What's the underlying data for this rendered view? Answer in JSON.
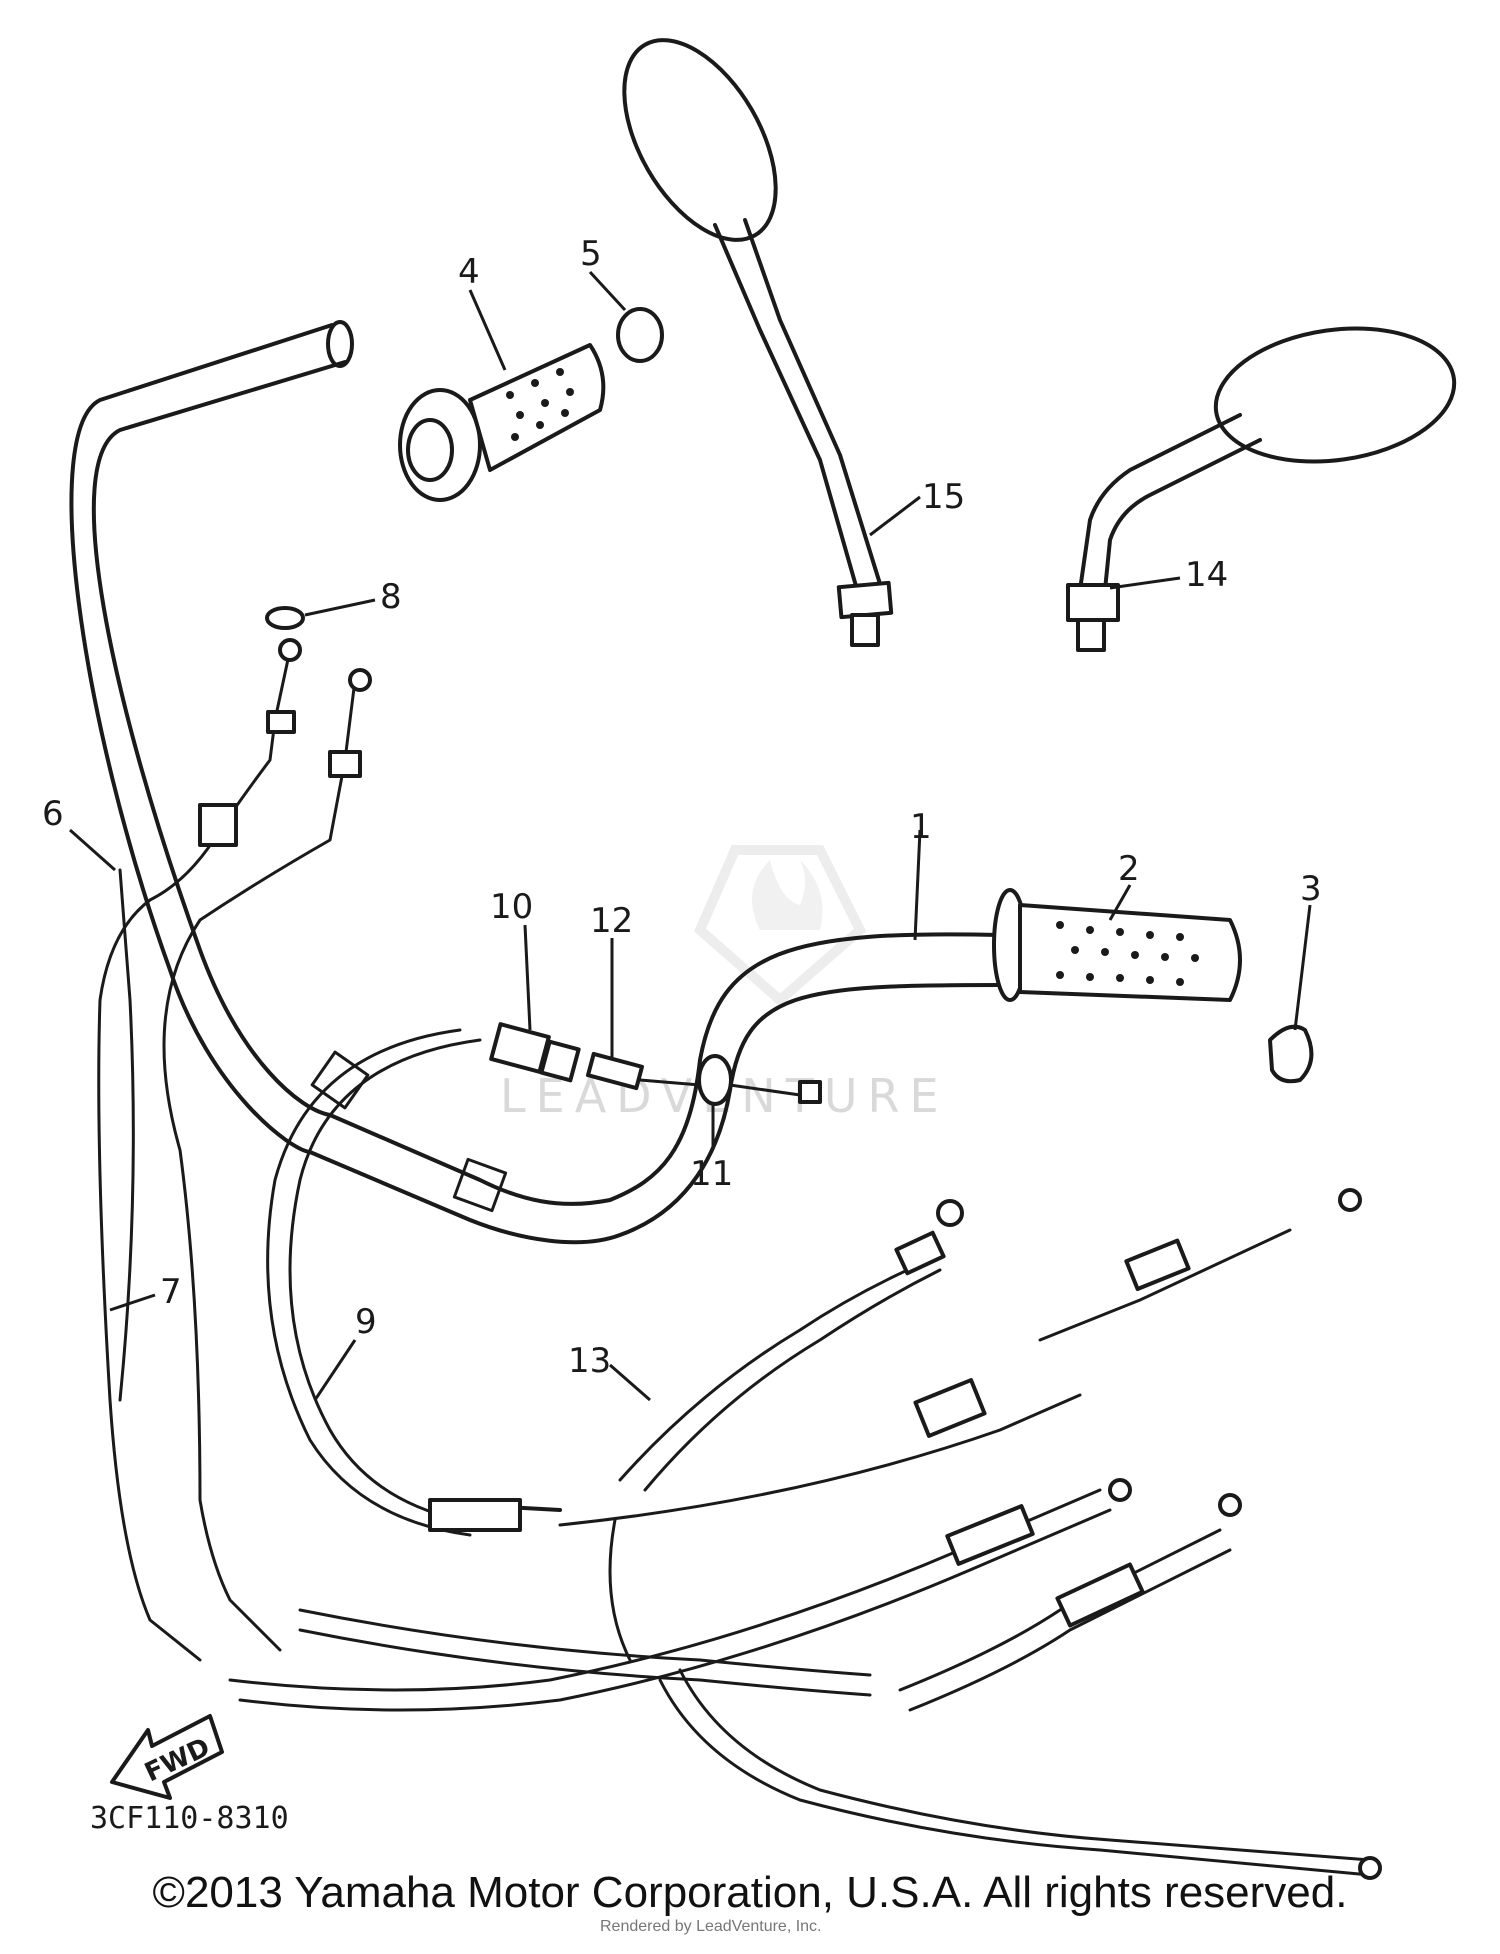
{
  "callouts": [
    {
      "id": "1",
      "label": "1"
    },
    {
      "id": "2",
      "label": "2"
    },
    {
      "id": "3",
      "label": "3"
    },
    {
      "id": "4",
      "label": "4"
    },
    {
      "id": "5",
      "label": "5"
    },
    {
      "id": "6",
      "label": "6"
    },
    {
      "id": "7",
      "label": "7"
    },
    {
      "id": "8",
      "label": "8"
    },
    {
      "id": "9",
      "label": "9"
    },
    {
      "id": "10",
      "label": "10"
    },
    {
      "id": "11",
      "label": "11"
    },
    {
      "id": "12",
      "label": "12"
    },
    {
      "id": "13",
      "label": "13"
    },
    {
      "id": "14",
      "label": "14"
    },
    {
      "id": "15",
      "label": "15"
    }
  ],
  "diagram_code": "3CF110-8310",
  "fwd_label": "FWD",
  "watermark": "LEADVENTURE",
  "copyright": "©2013 Yamaha Motor Corporation, U.S.A. All rights reserved.",
  "rendered_by": "Rendered by LeadVenture, Inc."
}
